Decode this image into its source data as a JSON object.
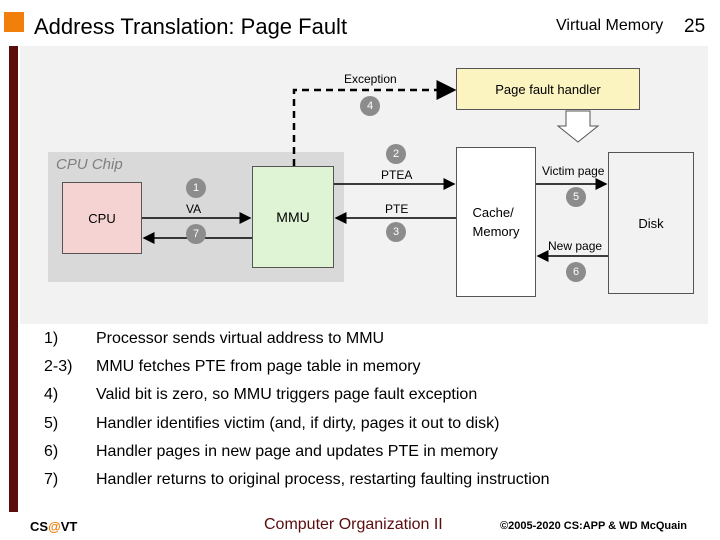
{
  "header": {
    "title": "Address Translation: Page Fault",
    "section": "Virtual Memory",
    "page_number": "25"
  },
  "diagram": {
    "cpu_chip_label": "CPU Chip",
    "cpu_label": "CPU",
    "mmu_label": "MMU",
    "cache_label_line1": "Cache/",
    "cache_label_line2": "Memory",
    "disk_label": "Disk",
    "handler_label": "Page fault handler",
    "exception_label": "Exception",
    "va_label": "VA",
    "ptea_label": "PTEA",
    "pte_label": "PTE",
    "victim_label": "Victim page",
    "new_page_label": "New page",
    "badges": [
      "1",
      "2",
      "3",
      "4",
      "5",
      "6",
      "7"
    ]
  },
  "steps": [
    {
      "num": "1)",
      "text": "Processor sends virtual address to MMU"
    },
    {
      "num": "2-3)",
      "text": "MMU fetches PTE from page table in memory"
    },
    {
      "num": "4)",
      "text": "Valid bit is zero, so MMU triggers page fault exception"
    },
    {
      "num": "5)",
      "text": "Handler identifies victim (and, if dirty, pages it out to disk)"
    },
    {
      "num": "6)",
      "text": "Handler pages in new page and updates PTE in memory"
    },
    {
      "num": "7)",
      "text": "Handler returns to original process, restarting faulting instruction"
    }
  ],
  "footer": {
    "left_prefix": "CS",
    "left_at": "@",
    "left_suffix": "VT",
    "center": "Computer Organization II",
    "right": "©2005-2020 CS:APP & WD McQuain"
  },
  "colors": {
    "accent_orange": "#f07f0c",
    "dark_red": "#5a0d0d",
    "cpu_fill": "#f6d3d3",
    "mmu_fill": "#dff3d5",
    "handler_fill": "#fbf4c0",
    "badge_fill": "#8c8c8c"
  }
}
